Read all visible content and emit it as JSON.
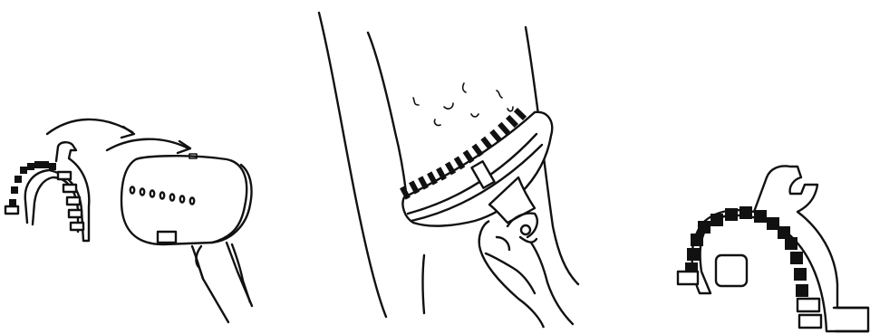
{
  "illustration": {
    "panels": [
      {
        "id": "attach-brush",
        "icon": "brush-attach-icon"
      },
      {
        "id": "steam-fabric",
        "icon": "brush-steam-icon"
      },
      {
        "id": "brush-detail",
        "icon": "brush-closeup-icon"
      }
    ],
    "stroke_color": "#111111",
    "background": "#ffffff"
  }
}
